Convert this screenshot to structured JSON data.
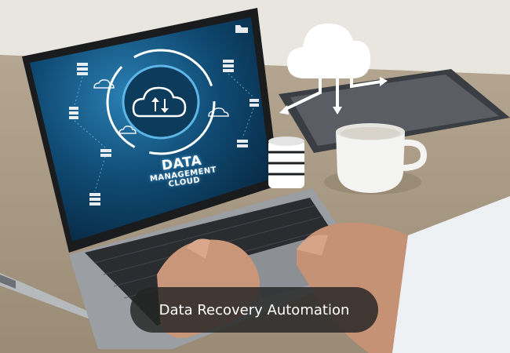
{
  "screen": {
    "title_line1": "DATA",
    "title_line2": "MANAGEMENT",
    "title_line3": "CLOUD"
  },
  "caption": {
    "text": "Data Recovery Automation"
  },
  "icons": [
    "cloud-upload-icon",
    "cloud-icon",
    "database-icon",
    "server-icon",
    "folder-icon",
    "refresh-arrows-icon"
  ],
  "colors": {
    "screen_blue": "#0d3a5c",
    "caption_bg": "#232323",
    "caption_text": "#ffffff"
  }
}
